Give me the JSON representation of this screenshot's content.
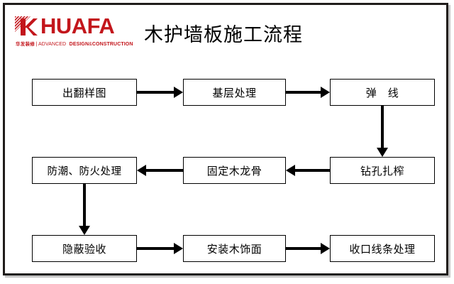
{
  "slide": {
    "background_color": "#ffffff",
    "border_color": "#201d1b"
  },
  "header": {
    "logo": {
      "mark_name": "huafa-k-mark",
      "wordmark": "HUAFA",
      "brand_color": "#c3161c",
      "tagline_cn": "华发装修",
      "tagline_separator": "|",
      "tagline_light_1": "ADVANCED",
      "tagline_bold_1": "DESIGN",
      "tagline_amp": "&",
      "tagline_bold_2": "CONSTRUCTION"
    },
    "title": "木护墙板施工流程"
  },
  "flow": {
    "nodes": [
      {
        "id": "n1",
        "label": "出翻样图",
        "row": 1,
        "col": 1
      },
      {
        "id": "n2",
        "label": "基层处理",
        "row": 1,
        "col": 2
      },
      {
        "id": "n3",
        "label": "弹　线",
        "row": 1,
        "col": 3
      },
      {
        "id": "n4",
        "label": "防潮、防火处理",
        "row": 2,
        "col": 1
      },
      {
        "id": "n5",
        "label": "固定木龙骨",
        "row": 2,
        "col": 2
      },
      {
        "id": "n6",
        "label": "钻孔扎榨",
        "row": 2,
        "col": 3
      },
      {
        "id": "n7",
        "label": "隐蔽验收",
        "row": 3,
        "col": 1
      },
      {
        "id": "n8",
        "label": "安装木饰面",
        "row": 3,
        "col": 2
      },
      {
        "id": "n9",
        "label": "收口线条处理",
        "row": 3,
        "col": 3
      }
    ],
    "connectors": [
      {
        "id": "c1",
        "from": "n1",
        "to": "n2",
        "direction": "right"
      },
      {
        "id": "c2",
        "from": "n2",
        "to": "n3",
        "direction": "right"
      },
      {
        "id": "c3",
        "from": "n3",
        "to": "n6",
        "direction": "down"
      },
      {
        "id": "c4",
        "from": "n6",
        "to": "n5",
        "direction": "left"
      },
      {
        "id": "c5",
        "from": "n5",
        "to": "n4",
        "direction": "left"
      },
      {
        "id": "c6",
        "from": "n4",
        "to": "n7",
        "direction": "down"
      },
      {
        "id": "c7",
        "from": "n7",
        "to": "n8",
        "direction": "right"
      },
      {
        "id": "c8",
        "from": "n8",
        "to": "n9",
        "direction": "right"
      }
    ],
    "line_color": "#000000"
  }
}
